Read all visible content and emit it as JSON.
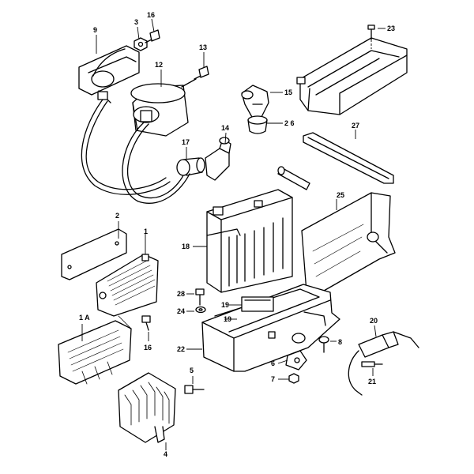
{
  "callouts": {
    "c1": "1",
    "c1a": "1 A",
    "c2": "2",
    "c3": "3",
    "c4": "4",
    "c5": "5",
    "c6": "6",
    "c7": "7",
    "c8": "8",
    "c9": "9",
    "c12": "12",
    "c13": "13",
    "c14": "14",
    "c15": "15",
    "c16a": "16",
    "c16b": "16",
    "c17": "17",
    "c18": "18",
    "c19a": "19",
    "c19b": "19",
    "c20": "20",
    "c21": "21",
    "c22": "22",
    "c23": "23",
    "c24": "24",
    "c25": "25",
    "c26": "2 6",
    "c27": "27",
    "c28": "28"
  }
}
